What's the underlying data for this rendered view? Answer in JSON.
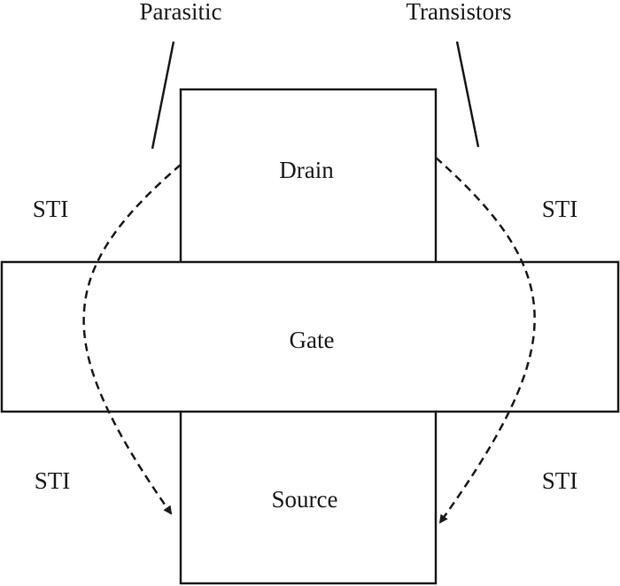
{
  "diagram": {
    "annotations": {
      "parasitic": "Parasitic",
      "transistors": "Transistors"
    },
    "regions": {
      "drain": "Drain",
      "gate": "Gate",
      "source": "Source"
    },
    "isolation": {
      "top_left": "STI",
      "top_right": "STI",
      "bottom_left": "STI",
      "bottom_right": "STI"
    },
    "colors": {
      "stroke": "#1a1a1a",
      "background": "#ffffff"
    }
  }
}
